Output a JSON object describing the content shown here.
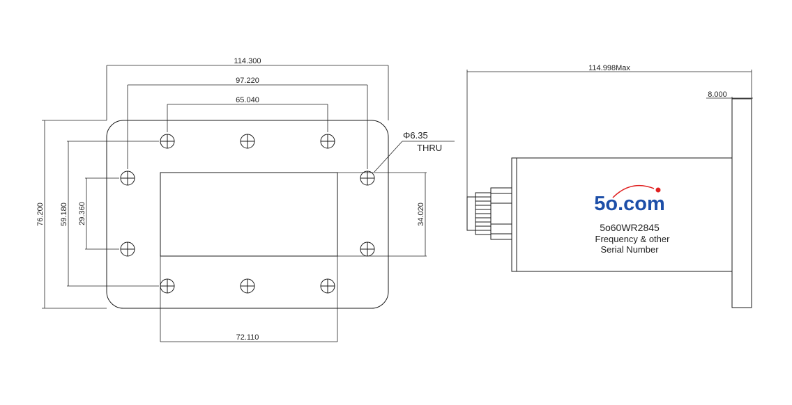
{
  "front_view": {
    "dims": {
      "overall_width": "114.300",
      "outer_hole_span": "97.220",
      "inner_hole_span": "65.040",
      "overall_height": "76.200",
      "hole_height_span": "59.180",
      "side_hole_span": "29.360",
      "opening_height": "34.020",
      "opening_width": "72.110"
    },
    "hole_callout": {
      "diameter": "Φ6.35",
      "type": "THRU"
    }
  },
  "side_view": {
    "dims": {
      "overall_length": "114.998Max",
      "flange_thickness": "8.000"
    },
    "label": {
      "logo": "5o.com",
      "model": "5o60WR2845",
      "line2": "Frequency & other",
      "line3": "Serial Number"
    }
  },
  "colors": {
    "line": "#1a1a1a",
    "logo_blue": "#1d4fa8",
    "logo_dot": "#e02020"
  }
}
